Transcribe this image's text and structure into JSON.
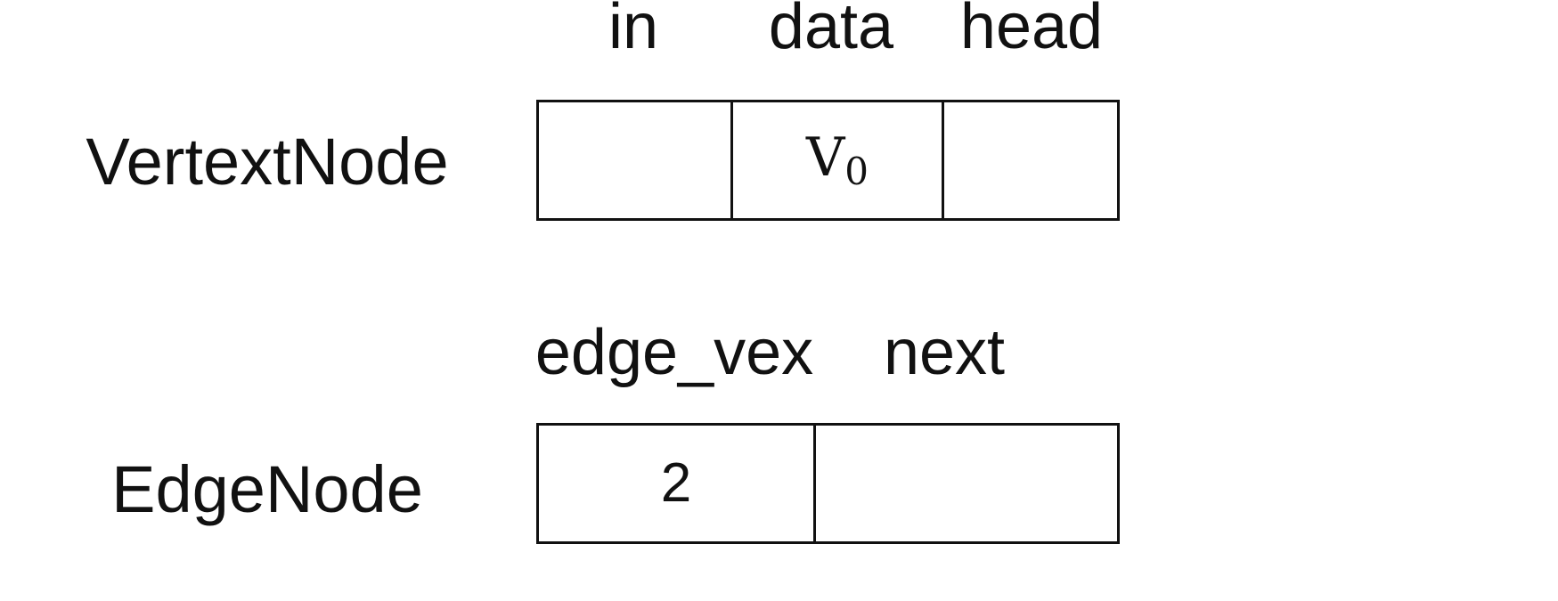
{
  "vertex_node": {
    "label": "VertextNode",
    "fields": [
      "in",
      "data",
      "head"
    ],
    "cells": {
      "in": "",
      "data_main": "V",
      "data_sub": "0",
      "head": ""
    }
  },
  "edge_node": {
    "label": "EdgeNode",
    "fields": [
      "edge_vex",
      "next"
    ],
    "cells": {
      "edge_vex": "2",
      "next": ""
    }
  }
}
